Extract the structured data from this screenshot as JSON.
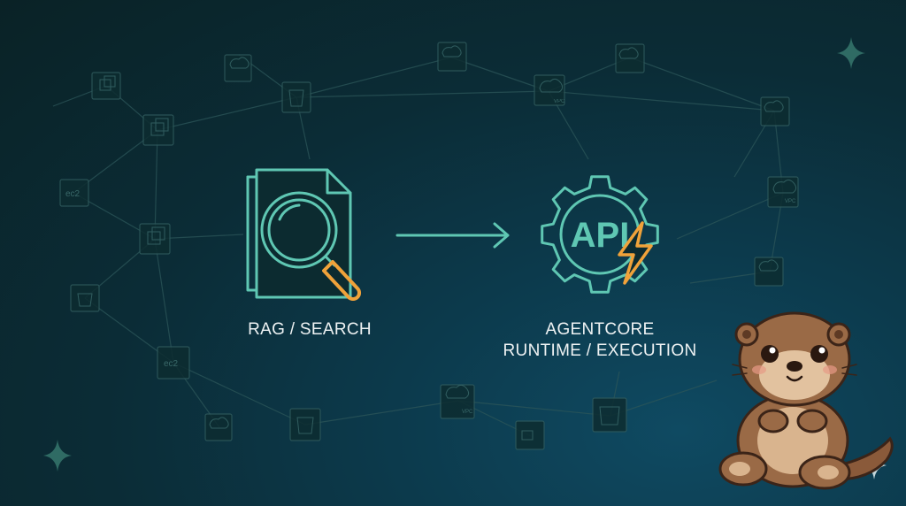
{
  "nodes": {
    "rag": {
      "label": "RAG / SEARCH"
    },
    "agentcore": {
      "icon_text": "API",
      "label_line1": "AGENTCORE",
      "label_line2": "RUNTIME / EXECUTION"
    }
  },
  "background_icon_text": {
    "ec2": "ec2",
    "vpc": "VPC"
  },
  "colors": {
    "accent_teal": "#5fc7b3",
    "accent_orange": "#f0a23a",
    "network_line": "#2f5a5c",
    "text": "#eef2f3"
  }
}
